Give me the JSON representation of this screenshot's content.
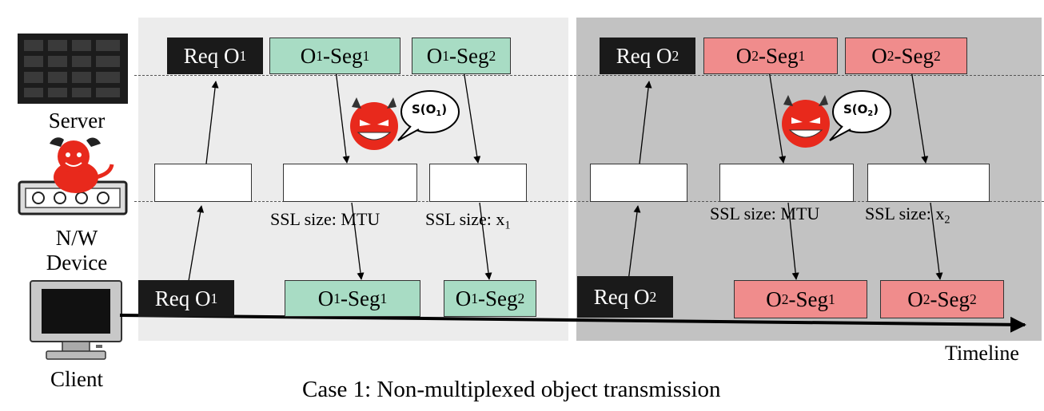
{
  "diagram": {
    "title": "Case 1: Non-multiplexed object transmission",
    "timeline_label": "Timeline",
    "actors": {
      "server": "Server",
      "device_line1": "N/W",
      "device_line2": "Device",
      "client": "Client"
    },
    "phase1": {
      "server_req": {
        "text": "Req O",
        "sub": "1"
      },
      "server_seg1": {
        "text": "O",
        "sub": "1",
        "rest": "-Seg",
        "sub2": "1"
      },
      "server_seg2": {
        "text": "O",
        "sub": "1",
        "rest": "-Seg",
        "sub2": "2"
      },
      "attacker_bubble": {
        "text": "S(O",
        "sub": "1",
        "close": ")"
      },
      "ssl_label1": "SSL size: MTU",
      "ssl_label2": {
        "text": "SSL size: x",
        "sub": "1"
      },
      "client_req": {
        "text": "Req O",
        "sub": "1"
      },
      "client_seg1": {
        "text": "O",
        "sub": "1",
        "rest": "-Seg",
        "sub2": "1"
      },
      "client_seg2": {
        "text": "O",
        "sub": "1",
        "rest": "-Seg",
        "sub2": "2"
      }
    },
    "phase2": {
      "server_req": {
        "text": "Req O",
        "sub": "2"
      },
      "server_seg1": {
        "text": "O",
        "sub": "2",
        "rest": "-Seg",
        "sub2": "1"
      },
      "server_seg2": {
        "text": "O",
        "sub": "2",
        "rest": "-Seg",
        "sub2": "2"
      },
      "attacker_bubble": {
        "text": "S(O",
        "sub": "2",
        "close": ")"
      },
      "ssl_label1": "SSL size: MTU",
      "ssl_label2": {
        "text": "SSL size: x",
        "sub": "2"
      },
      "client_req": {
        "text": "Req O",
        "sub": "2"
      },
      "client_seg1": {
        "text": "O",
        "sub": "2",
        "rest": "-Seg",
        "sub2": "1"
      },
      "client_seg2": {
        "text": "O",
        "sub": "2",
        "rest": "-Seg",
        "sub2": "2"
      }
    },
    "colors": {
      "phase1_panel": "#ececec",
      "phase2_panel": "#c2c2c2",
      "phase1_segment": "#a8dcc4",
      "phase2_segment": "#f08c8c",
      "request": "#1a1a1a",
      "attacker": "#e8291c"
    },
    "icons": [
      "server-rack-icon",
      "network-device-icon",
      "attacker-devil-icon",
      "client-monitor-icon",
      "devil-face-icon"
    ]
  }
}
